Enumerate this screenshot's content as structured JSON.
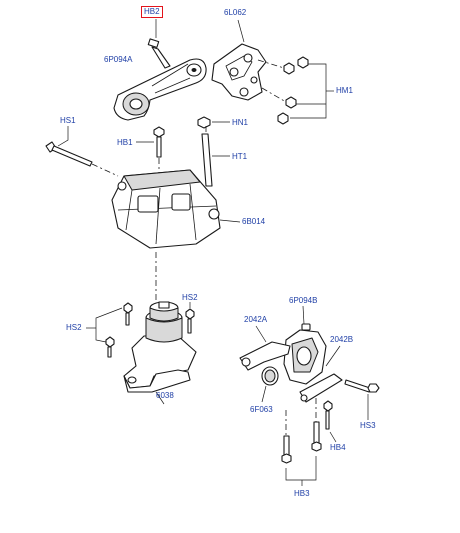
{
  "colors": {
    "label_text": "#1f3fa6",
    "highlight_border": "#e3141c",
    "line": "#1a1a1a"
  },
  "labels": {
    "hb2_top": "HB2",
    "l6l062": "6L062",
    "p6p094a": "6P094A",
    "hm1": "HM1",
    "hs1": "HS1",
    "hb1": "HB1",
    "hn1": "HN1",
    "ht1": "HT1",
    "b6b014": "6B014",
    "hs2_right": "HS2",
    "hs2_left": "HS2",
    "n6038": "6038",
    "p6p094b": "6P094B",
    "a2042a": "2042A",
    "b2042b": "2042B",
    "f6f063": "6F063",
    "hs3": "HS3",
    "hb4": "HB4",
    "hb3": "HB3"
  }
}
